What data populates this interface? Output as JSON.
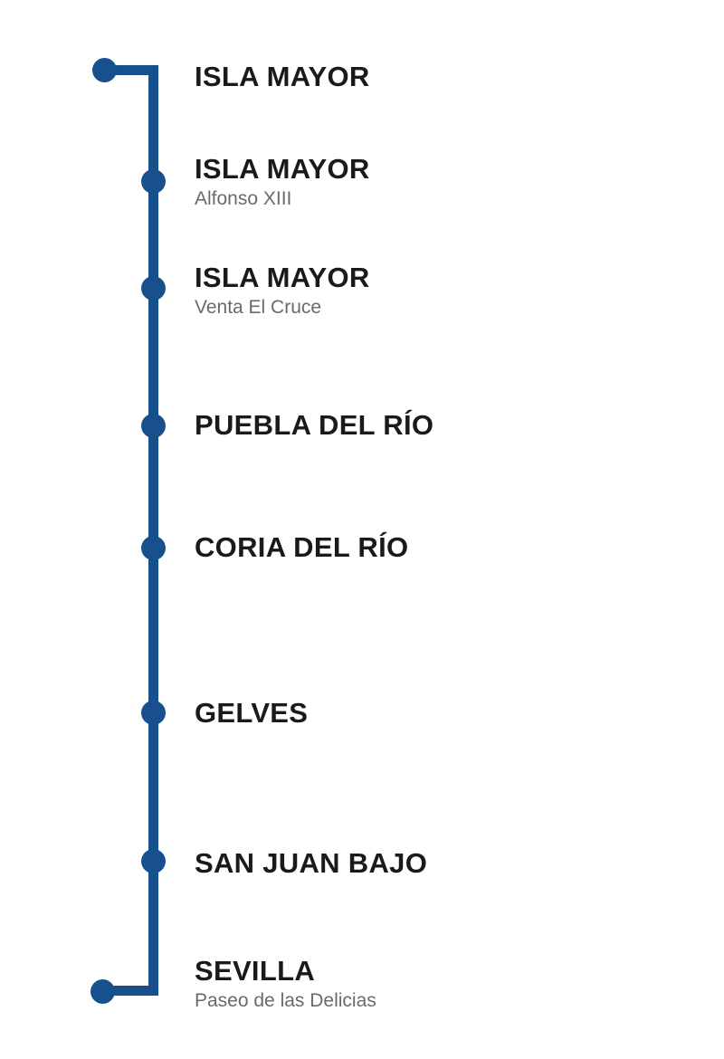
{
  "colors": {
    "line": "#17508c",
    "stop_name": "#1a1a1a",
    "stop_subtitle": "#6a6a6a",
    "background": "#ffffff"
  },
  "route": {
    "type": "vertical-route-timeline",
    "stop_count": 8
  },
  "stops": [
    {
      "name": "ISLA MAYOR",
      "subtitle": "",
      "terminal": true
    },
    {
      "name": "ISLA MAYOR",
      "subtitle": "Alfonso XIII",
      "terminal": false
    },
    {
      "name": "ISLA MAYOR",
      "subtitle": "Venta El Cruce",
      "terminal": false
    },
    {
      "name": "PUEBLA DEL RÍO",
      "subtitle": "",
      "terminal": false
    },
    {
      "name": "CORIA DEL RÍO",
      "subtitle": "",
      "terminal": false
    },
    {
      "name": "GELVES",
      "subtitle": "",
      "terminal": false
    },
    {
      "name": "SAN JUAN BAJO",
      "subtitle": "",
      "terminal": false
    },
    {
      "name": "SEVILLA",
      "subtitle": "Paseo de las Delicias",
      "terminal": true
    }
  ]
}
